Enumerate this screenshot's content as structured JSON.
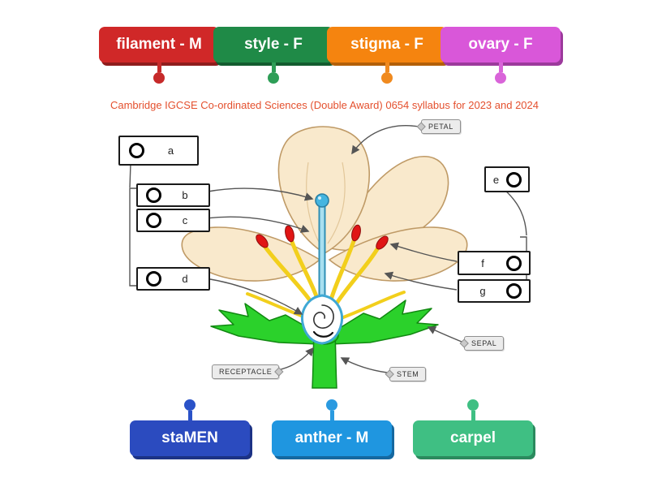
{
  "title": {
    "text": "Cambridge IGCSE Co-ordinated Sciences (Double Award) 0654 syllabus for 2023 and 2024",
    "color": "#e4502e"
  },
  "tiles": {
    "top": [
      {
        "label": "filament - M",
        "bg": "#d02828",
        "shadow": "#8f1d1d",
        "pin": "#c62a2a"
      },
      {
        "label": "style - F",
        "bg": "#1f8a47",
        "shadow": "#135c2f",
        "pin": "#2e9e57"
      },
      {
        "label": "stigma - F",
        "bg": "#f5840f",
        "shadow": "#b35f08",
        "pin": "#f08a1f"
      },
      {
        "label": "ovary - F",
        "bg": "#d957d9",
        "shadow": "#9c3a9c",
        "pin": "#d964d9"
      }
    ],
    "bottom": [
      {
        "label": "staMEN",
        "bg": "#2b4bbf",
        "shadow": "#1c3285",
        "pin": "#2a52c8"
      },
      {
        "label": "anther - M",
        "bg": "#1f96e0",
        "shadow": "#1568a0",
        "pin": "#2a9ae0"
      },
      {
        "label": "carpel",
        "bg": "#3fbf83",
        "shadow": "#2b8a5e",
        "pin": "#3fbf83"
      }
    ]
  },
  "slots": [
    "a",
    "b",
    "c",
    "d",
    "e",
    "f",
    "g"
  ],
  "diagram_labels": {
    "petal": "PETAL",
    "sepal": "SEPAL",
    "stem": "STEM",
    "receptacle": "RECEPTACLE"
  },
  "flower_colors": {
    "petal": "#f9e9cc",
    "petal_outline": "#bf9a66",
    "sepal": "#2bd12b",
    "sepal_outline": "#118811",
    "filament": "#f2cf1c",
    "anther": "#e01515",
    "carpel_blue": "#a8dff0",
    "stem_green": "#2bd12b"
  }
}
